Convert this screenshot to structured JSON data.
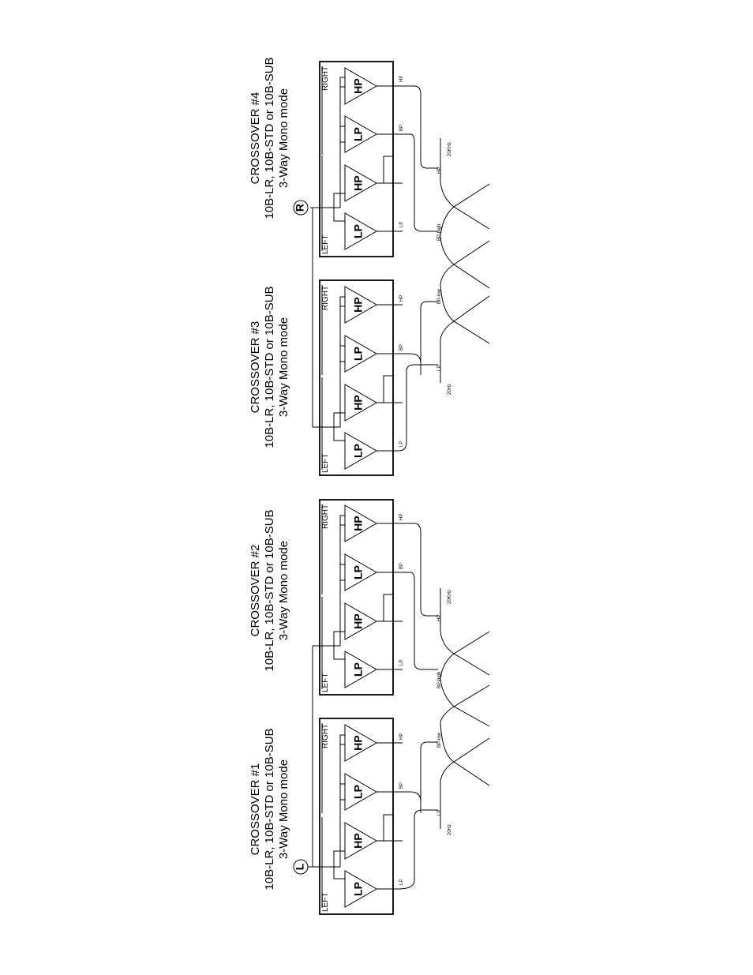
{
  "crossovers": [
    {
      "title_line1": "CROSSOVER #4",
      "title_line2": "10B-LR, 10B-STD or 10B-SUB",
      "title_line3": "3-Way Mono mode",
      "left_label": "LEFT",
      "right_label": "RIGHT",
      "input_label": "R",
      "amps": [
        "LP",
        "HP",
        "LP",
        "HP"
      ],
      "outputs": [
        "LP",
        "BP",
        "HP"
      ],
      "band_labels": [
        "BP-high",
        "HP"
      ],
      "freq_label": "20KHz"
    },
    {
      "title_line1": "CROSSOVER #3",
      "title_line2": "10B-LR, 10B-STD or 10B-SUB",
      "title_line3": "3-Way Mono mode",
      "left_label": "LEFT",
      "right_label": "RIGHT",
      "input_label": "",
      "amps": [
        "LP",
        "HP",
        "LP",
        "HP"
      ],
      "outputs": [
        "LP",
        "BP",
        "HP"
      ],
      "band_labels": [
        "LP",
        "BP-low"
      ],
      "freq_label": "20Hz"
    },
    {
      "title_line1": "CROSSOVER #2",
      "title_line2": "10B-LR, 10B-STD or 10B-SUB",
      "title_line3": "3-Way Mono mode",
      "left_label": "LEFT",
      "right_label": "RIGHT",
      "input_label": "",
      "amps": [
        "LP",
        "HP",
        "LP",
        "HP"
      ],
      "outputs": [
        "LP",
        "BP",
        "HP"
      ],
      "band_labels": [
        "BP-high",
        "HP"
      ],
      "freq_label": "20KHz"
    },
    {
      "title_line1": "CROSSOVER #1",
      "title_line2": "10B-LR, 10B-STD or 10B-SUB",
      "title_line3": "3-Way Mono mode",
      "left_label": "LEFT",
      "right_label": "RIGHT",
      "input_label": "L",
      "amps": [
        "LP",
        "HP",
        "LP",
        "HP"
      ],
      "outputs": [
        "LP",
        "BP",
        "HP"
      ],
      "band_labels": [
        "LP",
        "BP-low"
      ],
      "freq_label": "20Hz"
    }
  ]
}
